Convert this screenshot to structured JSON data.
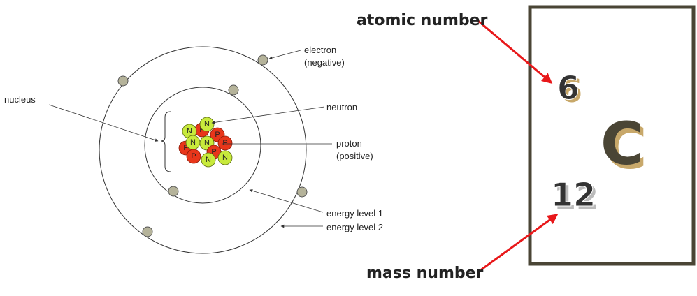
{
  "atom": {
    "labels": {
      "nucleus": "nucleus",
      "electron_line1": "electron",
      "electron_line2": "(negative)",
      "neutron": "neutron",
      "proton_line1": "proton",
      "proton_line2": "(positive)",
      "energy_level_1": "energy level 1",
      "energy_level_2": "energy level 2"
    },
    "particle_letters": {
      "neutron": "N",
      "proton": "P"
    },
    "colors": {
      "orbit": "#333333",
      "electron": "#b5b39a",
      "neutron": "#c8ea3c",
      "proton": "#e8361a",
      "pointer": "#333333"
    }
  },
  "element_tile": {
    "atomic_number": "6",
    "symbol": "C",
    "mass_number": "12",
    "atomic_number_label": "atomic number",
    "mass_number_label": "mass number",
    "colors": {
      "border": "#4a4535",
      "arrow": "#e8181a",
      "symbol_fill": "#4a4535",
      "symbol_shadow": "#c8a86a"
    }
  }
}
